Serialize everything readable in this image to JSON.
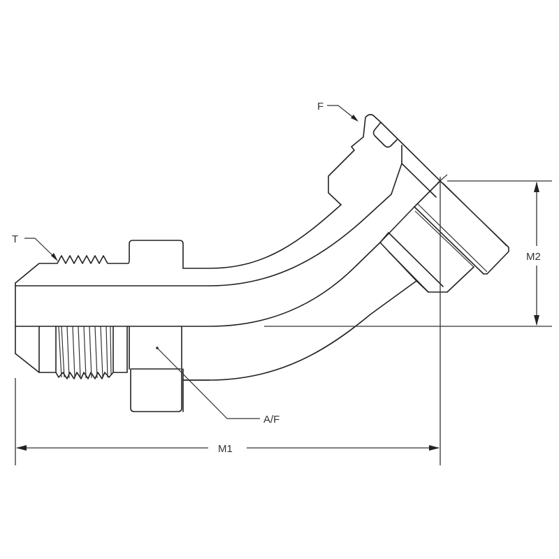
{
  "figure": {
    "type": "technical-drawing",
    "subject": "45-degree elbow fitting with male flare thread end and flange end",
    "line_color": "#222222",
    "background": "#ffffff"
  },
  "callouts": {
    "thread": "T",
    "flange": "F",
    "across_flats": "A/F"
  },
  "dimensions": {
    "length": "M1",
    "height": "M2"
  }
}
